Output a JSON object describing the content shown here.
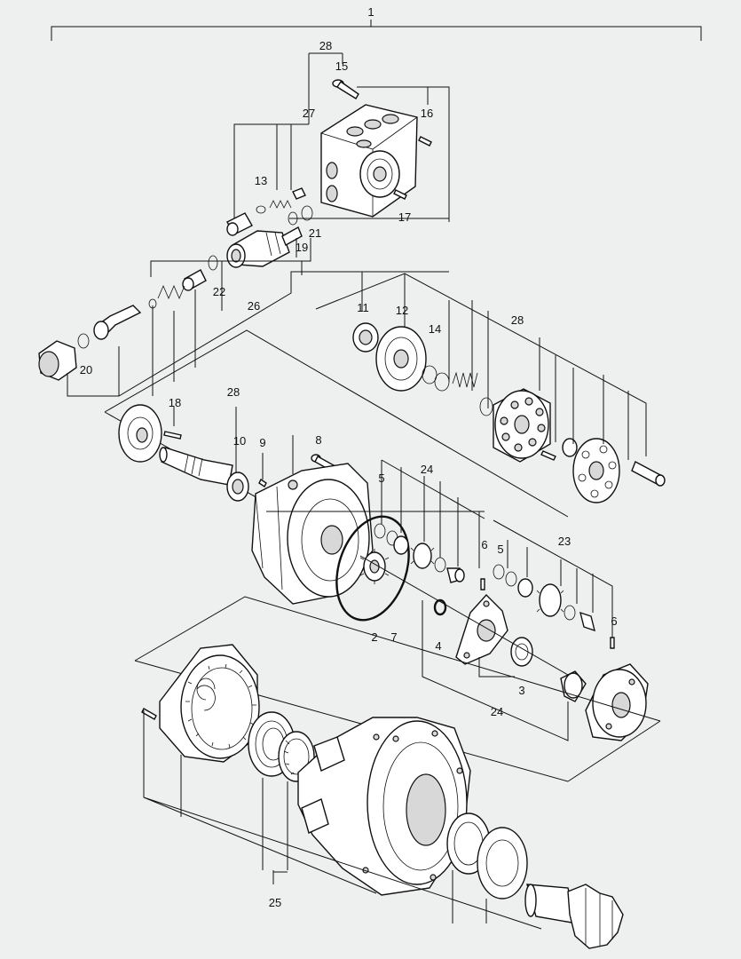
{
  "labels": {
    "l1": "1",
    "l2": "2",
    "l3": "3",
    "l4": "4",
    "l5a": "5",
    "l5b": "5",
    "l6a": "6",
    "l6b": "6",
    "l7": "7",
    "l8": "8",
    "l9": "9",
    "l10": "10",
    "l11": "11",
    "l12": "12",
    "l13": "13",
    "l14": "14",
    "l15": "15",
    "l16": "16",
    "l17": "17",
    "l18": "18",
    "l19": "19",
    "l20": "20",
    "l21": "21",
    "l22": "22",
    "l23": "23",
    "l24a": "24",
    "l24b": "24",
    "l25": "25",
    "l26": "26",
    "l27": "27",
    "l28a": "28",
    "l28b": "28",
    "l28c": "28"
  },
  "colors": {
    "line": "#111111",
    "background": "#eef0ef",
    "part_fill": "#ffffff",
    "shade": "#d8d8d8"
  }
}
